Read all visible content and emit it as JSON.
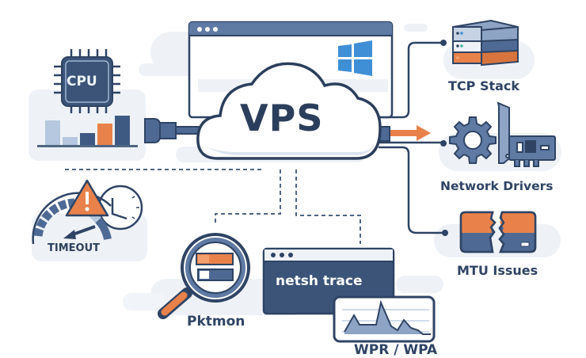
{
  "diagram": {
    "center": {
      "label": "VPS",
      "icon": "cloud-icon",
      "os_icon": "windows-logo-icon"
    },
    "nodes": {
      "cpu": {
        "label": "CPU",
        "icon": "cpu-chip-icon"
      },
      "tcp_stack": {
        "label": "TCP Stack",
        "icon": "server-stack-icon"
      },
      "network_drivers": {
        "label": "Network Drivers",
        "icon": "gear-network-card-icon"
      },
      "mtu_issues": {
        "label": "MTU Issues",
        "icon": "broken-packet-icon"
      },
      "timeout": {
        "label": "TIMEOUT",
        "icon": "gauge-warning-clock-icon"
      },
      "pktmon": {
        "label": "Pktmon",
        "icon": "magnifier-packet-icon"
      },
      "netsh_trace": {
        "label": "netsh trace",
        "icon": "terminal-window-icon"
      },
      "wpr_wpa": {
        "label": "WPR / WPA",
        "icon": "performance-graph-icon"
      }
    },
    "colors": {
      "navy": "#2f4464",
      "slate": "#4e6a94",
      "light_blue": "#b5c8df",
      "orange": "#e8824a",
      "windows_blue": "#3f8fd6",
      "panel_bg": "#edf1f6"
    }
  }
}
